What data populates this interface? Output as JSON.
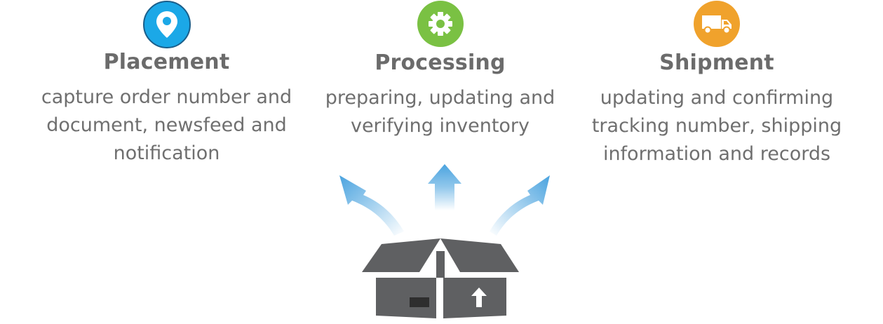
{
  "steps": [
    {
      "icon": "map-pin-icon",
      "color": "#1ba8e7",
      "title": "Placement",
      "lines": [
        "capture order number and",
        "document, newsfeed and",
        "notification"
      ]
    },
    {
      "icon": "gear-icon",
      "color": "#7ac143",
      "title": "Processing",
      "lines": [
        "preparing, updating and",
        "verifying inventory"
      ]
    },
    {
      "icon": "truck-icon",
      "color": "#f0a22c",
      "title": "Shipment",
      "lines": [
        "updating  and confirming",
        "tracking number, shipping",
        "information and records"
      ]
    }
  ],
  "illustration": {
    "box_icon": "open-box-icon",
    "arrow_icon": "arrow-up-icon",
    "box_color": "#5f6062",
    "arrow_color": "#4aa3df"
  }
}
